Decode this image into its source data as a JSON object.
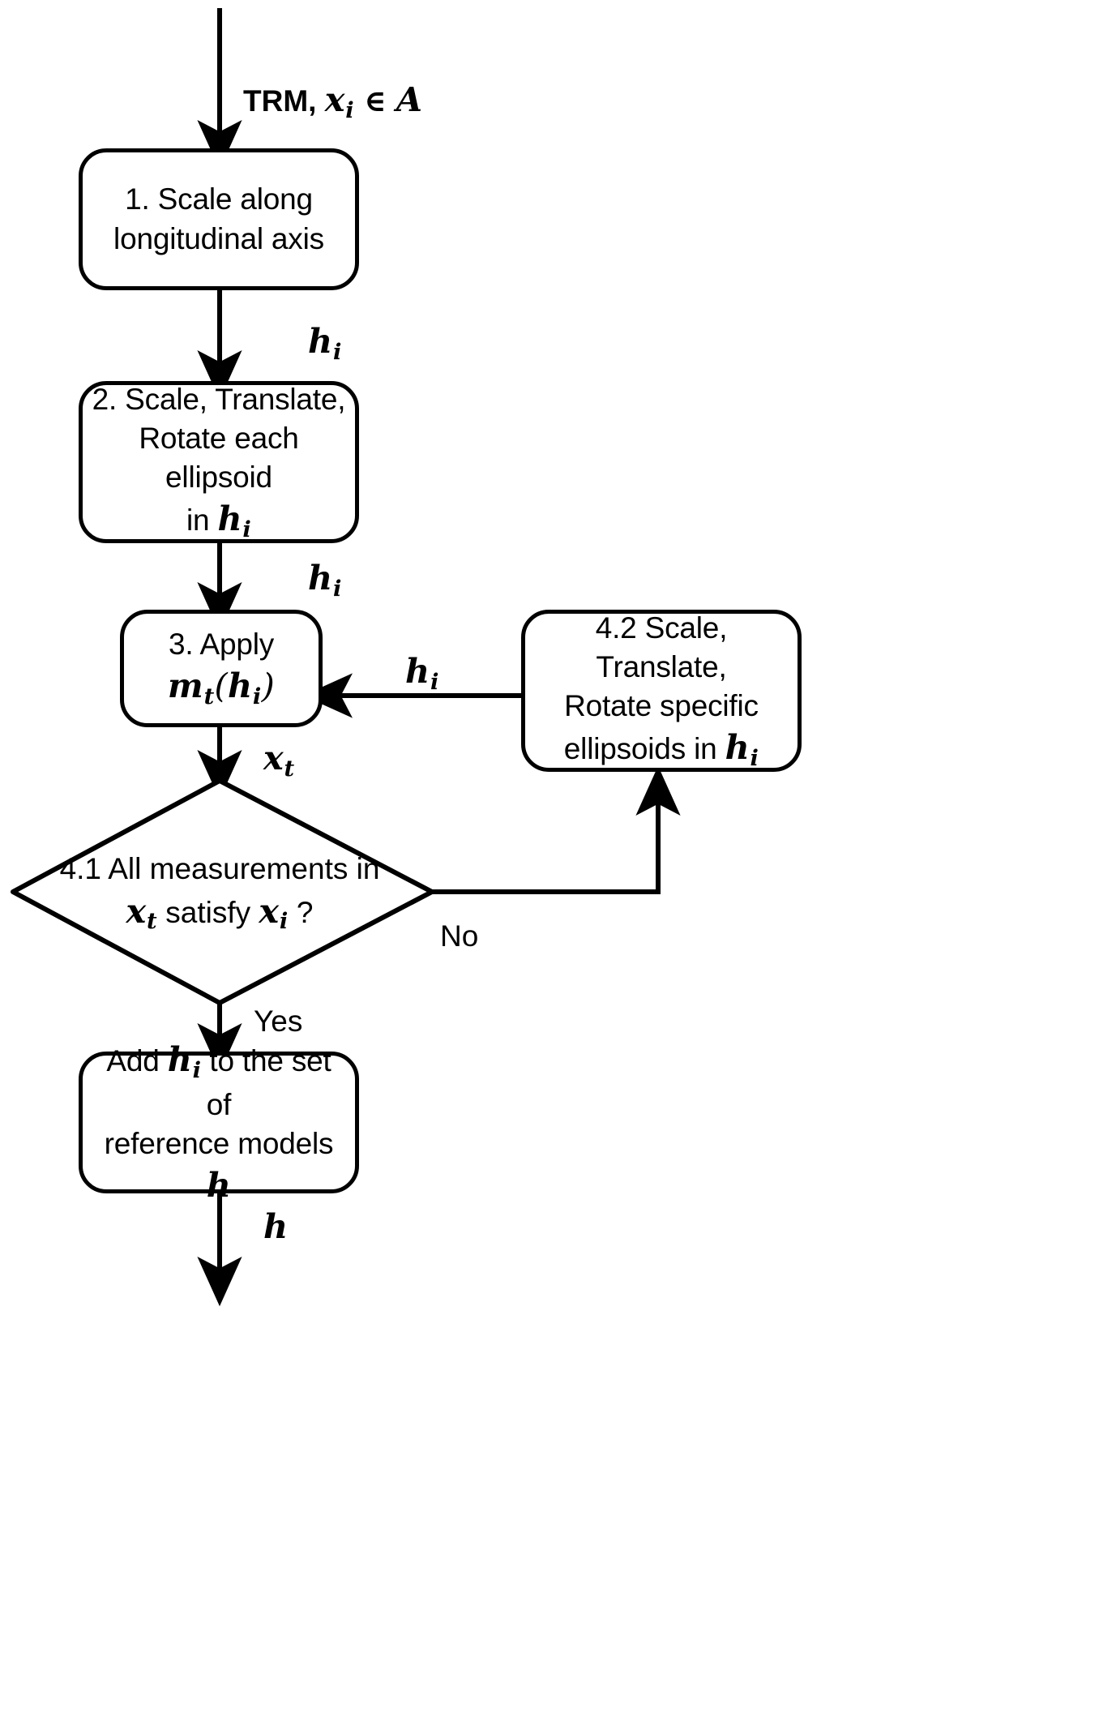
{
  "diagram": {
    "type": "flowchart",
    "title": "TRM reference model generation flowchart",
    "background_color": "#ffffff",
    "stroke_color": "#000000",
    "text_color": "#000000"
  },
  "labels": {
    "input": {
      "plain_prefix": "TRM,",
      "var_x": "x",
      "var_x_sub": "i",
      "membership": "∈",
      "set_a": "A",
      "full_text": "TRM, x_i ∈ A"
    },
    "h_i_after_step1": {
      "var": "h",
      "sub": "i",
      "full_text": "h_i"
    },
    "h_i_after_step2": {
      "var": "h",
      "sub": "i",
      "full_text": "h_i"
    },
    "h_i_feedback": {
      "var": "h",
      "sub": "i",
      "full_text": "h_i"
    },
    "x_t_after_step3": {
      "var": "x",
      "sub": "t",
      "full_text": "x_t"
    },
    "no_branch": "No",
    "yes_branch": "Yes",
    "h_output": {
      "var": "h",
      "sub": "",
      "full_text": "h"
    }
  },
  "nodes": {
    "step1": {
      "id": "step1",
      "shape": "rounded-rect",
      "lines": [
        "1. Scale along",
        "longitudinal axis"
      ],
      "full_text": "1. Scale along longitudinal axis"
    },
    "step2": {
      "id": "step2",
      "shape": "rounded-rect",
      "line1": "2. Scale, Translate,",
      "line2": "Rotate each ellipsoid",
      "line3_prefix": "in",
      "line3_var": "h",
      "line3_sub": "i",
      "full_text": "2. Scale, Translate, Rotate each ellipsoid in h_i"
    },
    "step3": {
      "id": "step3",
      "shape": "rounded-rect",
      "line1": "3. Apply",
      "line2_fn": "m",
      "line2_fn_sub": "t",
      "line2_open": "(",
      "line2_arg": "h",
      "line2_arg_sub": "i",
      "line2_close": ")",
      "full_text": "3. Apply m_t(h_i)"
    },
    "decision41": {
      "id": "decision41",
      "shape": "diamond",
      "line1": "4.1 All measurements in",
      "line2_var1": "x",
      "line2_var1_sub": "t",
      "line2_mid": "satisfy",
      "line2_var2": "x",
      "line2_var2_sub": "i",
      "line2_question": "?",
      "full_text": "4.1 All measurements in x_t satisfy x_i ?"
    },
    "step42": {
      "id": "step42",
      "shape": "rounded-rect",
      "line1": "4.2 Scale, Translate,",
      "line2": "Rotate specific",
      "line3_prefix": "ellipsoids in",
      "line3_var": "h",
      "line3_sub": "i",
      "full_text": "4.2 Scale, Translate, Rotate specific ellipsoids in h_i"
    },
    "step5": {
      "id": "step5",
      "shape": "rounded-rect",
      "line1_prefix": "Add",
      "line1_var": "h",
      "line1_sub": "i",
      "line1_suffix": "to the set of",
      "line2_prefix": "reference models",
      "line2_var": "h",
      "full_text": "Add h_i to the set of reference models h"
    }
  },
  "edges": [
    {
      "from": "input",
      "to": "step1",
      "label": "TRM, x_i ∈ A",
      "direction": "down"
    },
    {
      "from": "step1",
      "to": "step2",
      "label": "h_i",
      "direction": "down"
    },
    {
      "from": "step2",
      "to": "step3",
      "label": "h_i",
      "direction": "down"
    },
    {
      "from": "step3",
      "to": "decision41",
      "label": "x_t",
      "direction": "down"
    },
    {
      "from": "decision41",
      "to": "step42",
      "label": "No",
      "direction": "right-up"
    },
    {
      "from": "step42",
      "to": "step3",
      "label": "h_i",
      "direction": "left"
    },
    {
      "from": "decision41",
      "to": "step5",
      "label": "Yes",
      "direction": "down"
    },
    {
      "from": "step5",
      "to": "output",
      "label": "h",
      "direction": "down"
    }
  ]
}
